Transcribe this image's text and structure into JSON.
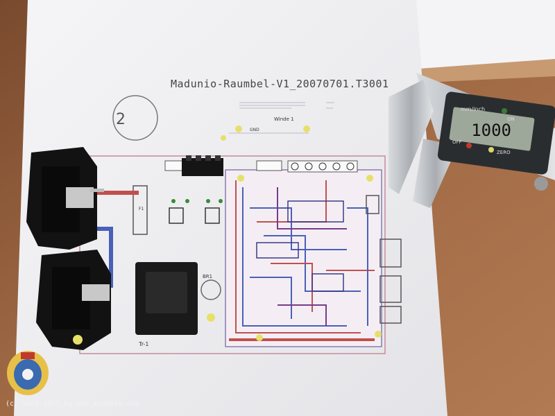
{
  "photo": {
    "board_title": "Madunio-Raumbel-V1_20070701.T3001",
    "sheet_number": "2",
    "label_transformer": "Tr-1",
    "label_bridge": "BR1",
    "label_winde": "Winde 1",
    "label_gnd": "GND",
    "label_f1": "F1"
  },
  "caliper": {
    "reading": "1000",
    "unit_label": "mm/inch",
    "on_label": "ON",
    "off_label": "OFF",
    "zero_label": "ZERO"
  },
  "watermark": {
    "copyright": "(c) 2004-2025 by www.madunia.com"
  },
  "colors": {
    "table": "#8a5a3a",
    "paper": "#f1f1f3",
    "trace_red": "#c0504d",
    "trace_blue": "#4a5fb8",
    "connector": "#111111"
  }
}
